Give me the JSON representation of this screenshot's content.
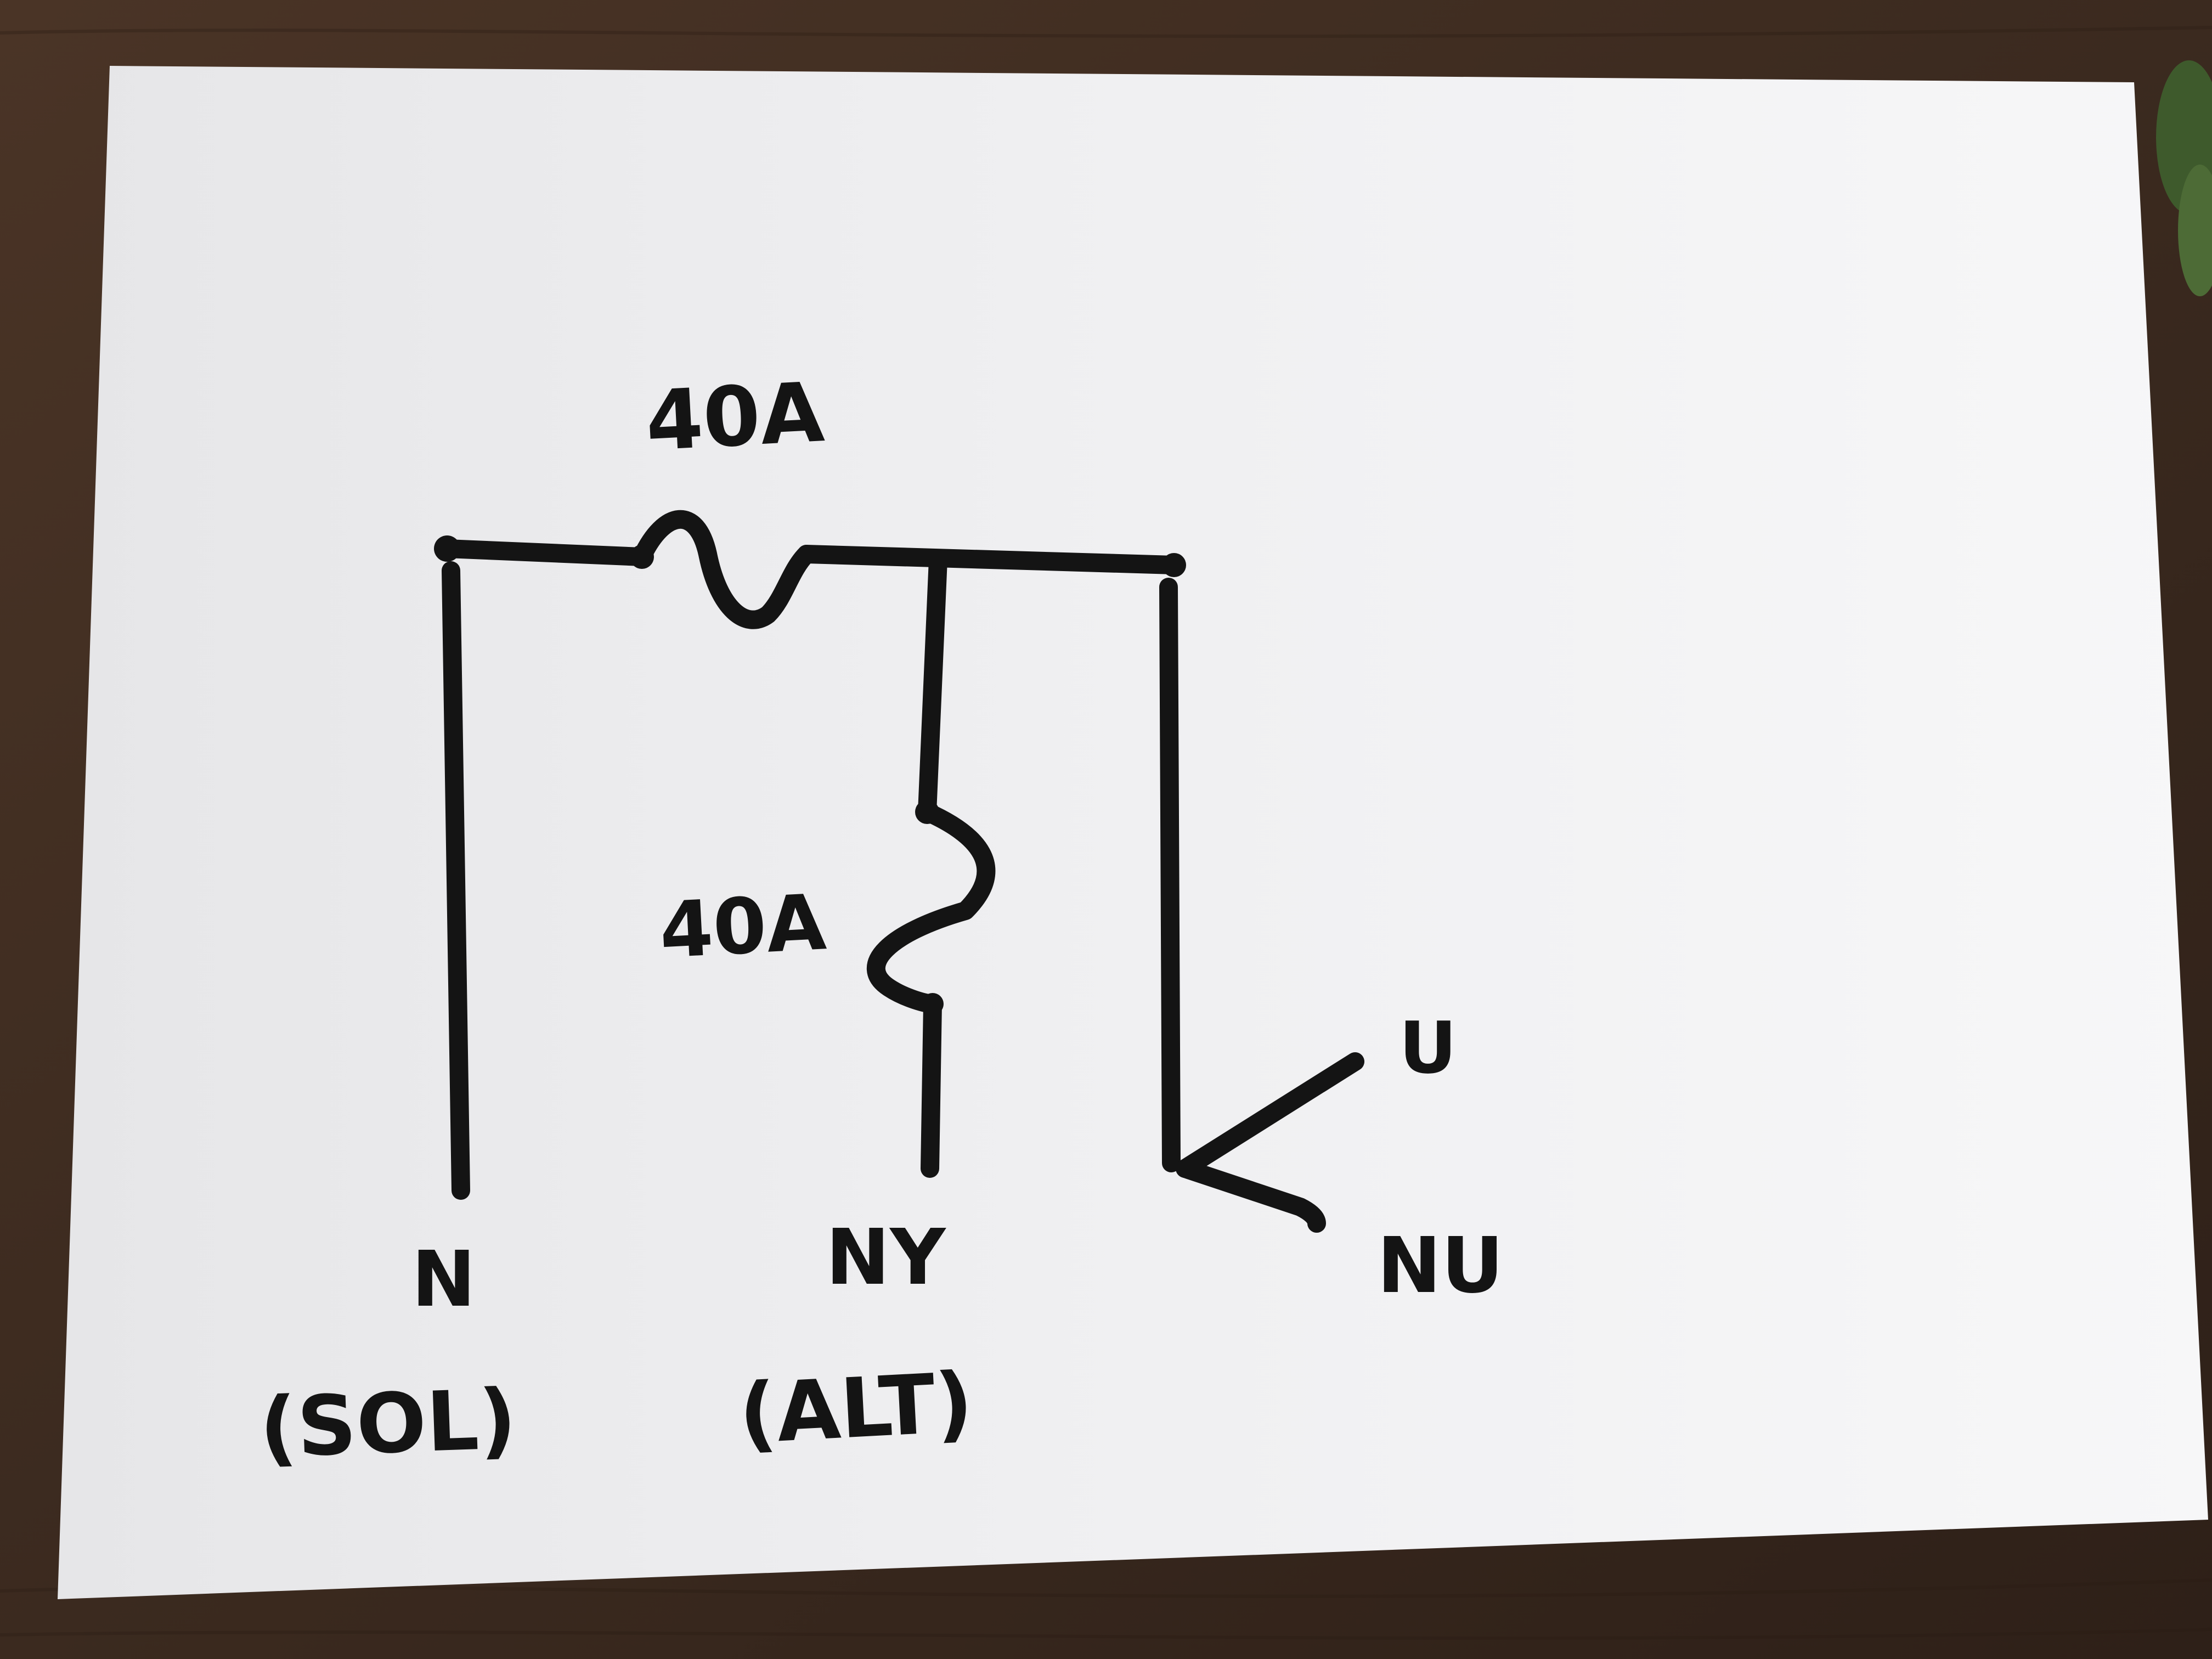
{
  "colors": {
    "table": "#3a2a20",
    "paper": "#ededed",
    "ink": "#141414"
  },
  "diagram": {
    "top_fuse_label": "40A",
    "middle_fuse_label": "40A",
    "terminals": [
      {
        "name": "N",
        "sub": "(SOL)"
      },
      {
        "name": "NY",
        "sub": "(ALT)"
      }
    ],
    "switch_labels": {
      "upper": "U",
      "lower": "NU"
    }
  }
}
